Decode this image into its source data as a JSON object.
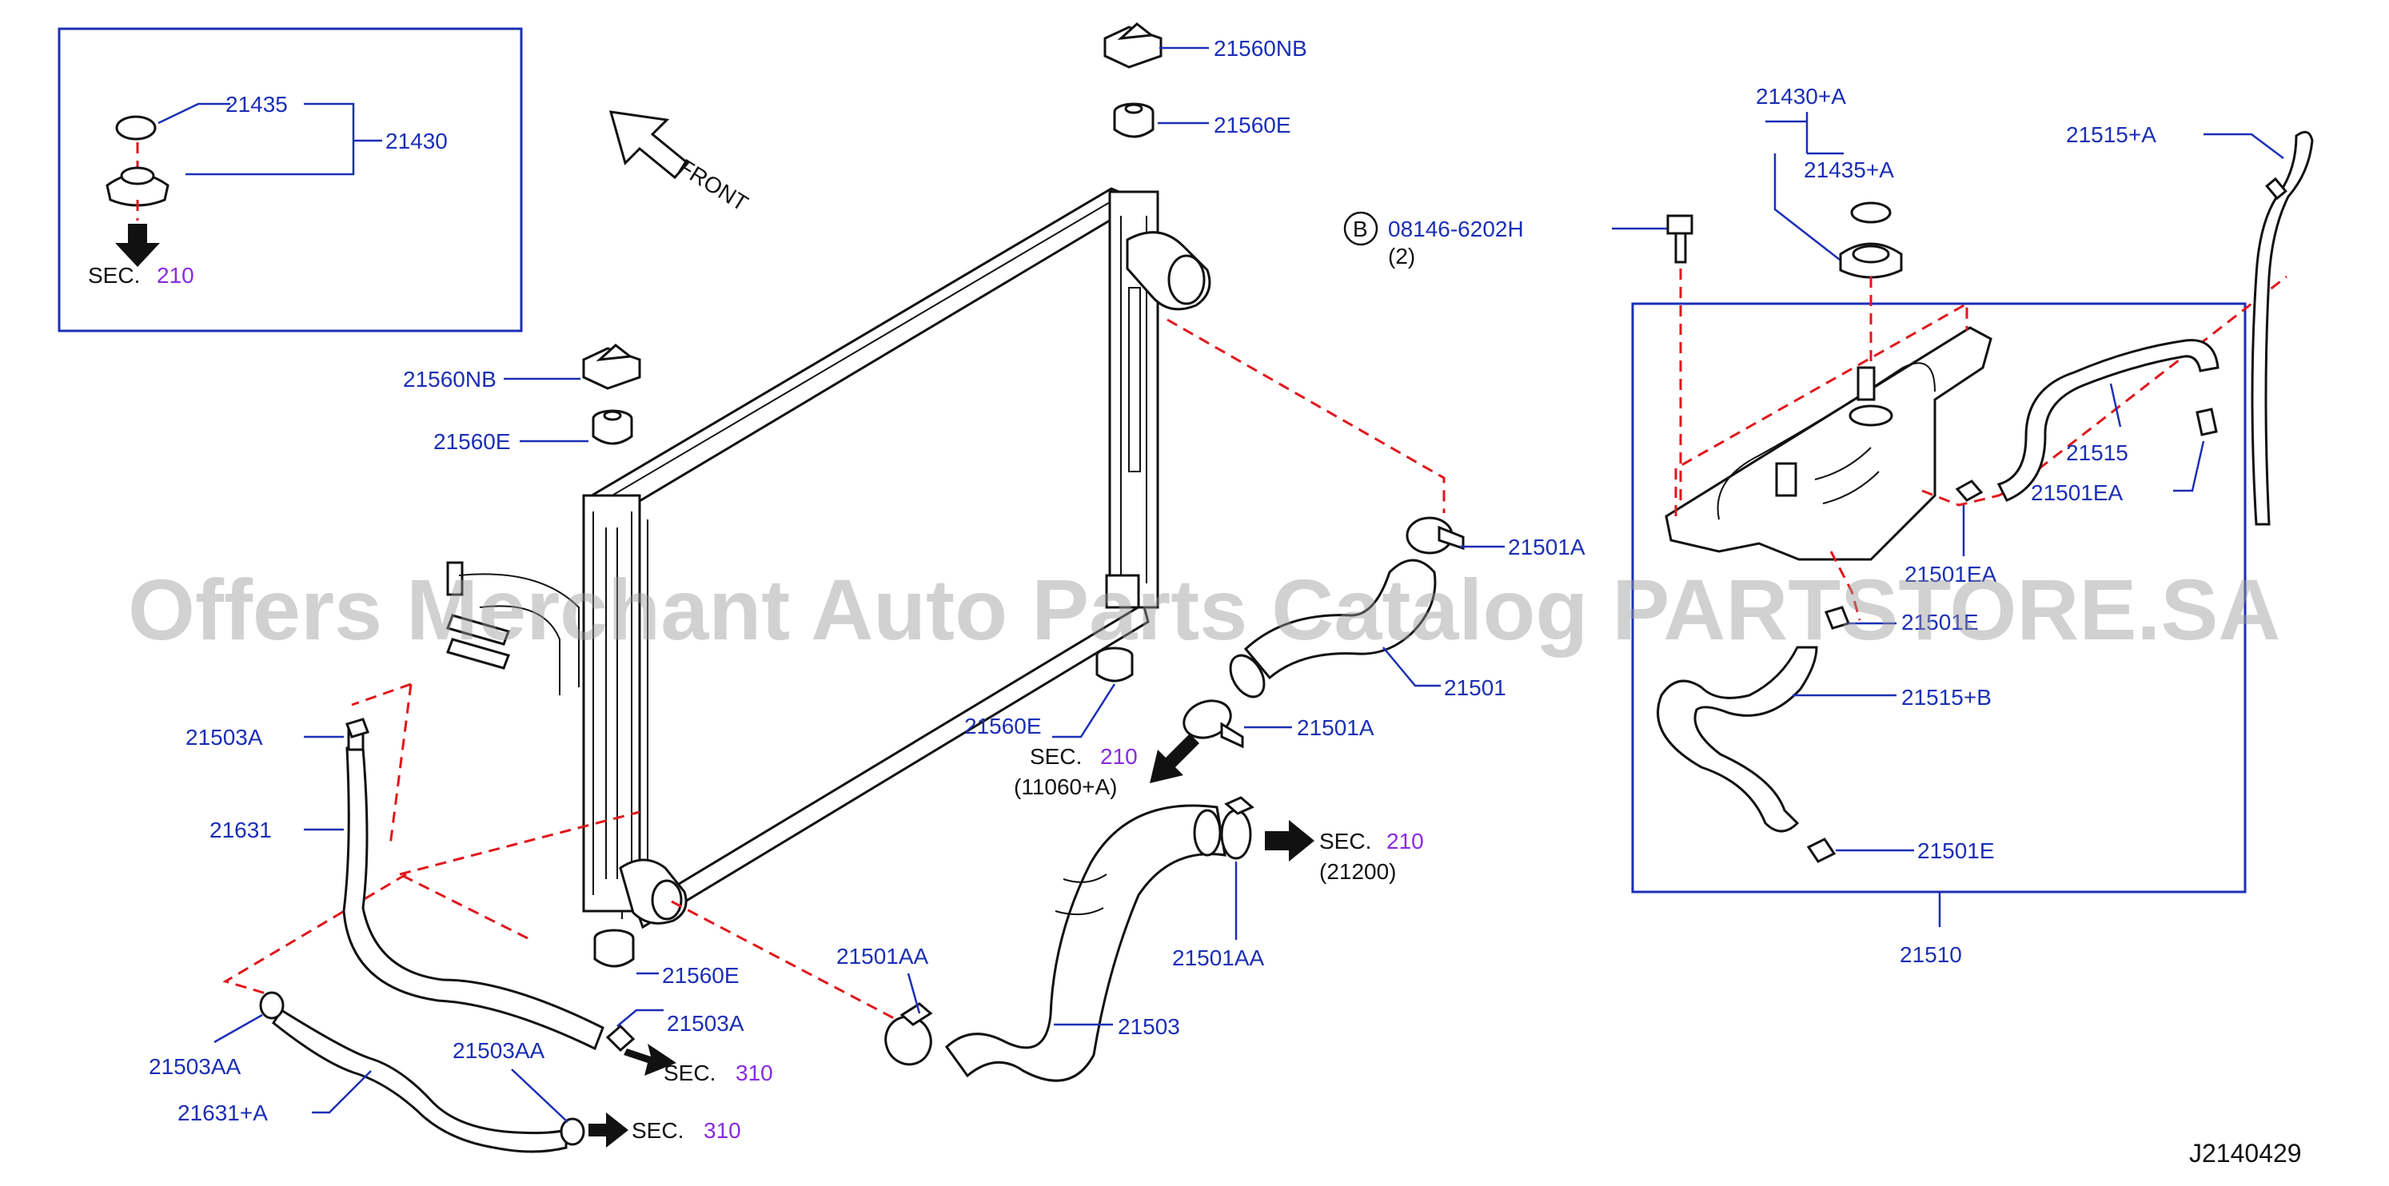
{
  "labels": {
    "cap_inset_gasket": "21435",
    "cap_inset_cap": "21430",
    "cap_inset_sec": "SEC.",
    "cap_inset_sec_no": "210",
    "front": "FRONT",
    "mount_upper_left": "21560NB",
    "bushing_upper_left": "21560E",
    "mount_upper_right": "21560NB",
    "bushing_upper_right": "21560E",
    "bushing_lower_left": "21560E",
    "bushing_lower_right": "21560E",
    "bolt_circle": "B",
    "bolt_part": "08146-6202H",
    "bolt_qty": "(2)",
    "clamp_upper_hose_top": "21501A",
    "upper_hose": "21501",
    "clamp_upper_hose_bottom": "21501A",
    "sec_210_label": "SEC.",
    "sec_210_no": "210",
    "sec_210_ref": "(11060+A)",
    "sec_210b_label": "SEC.",
    "sec_210b_no": "210",
    "sec_210b_ref": "(21200)",
    "lower_clamp_left": "21501AA",
    "lower_clamp_right": "21501AA",
    "lower_hose": "21503",
    "hose_clip_top": "21503A",
    "oil_hose": "21631",
    "hose_clip_bottom": "21503A",
    "hose_clamp_left": "21503AA",
    "oil_hose_b": "21631+A",
    "hose_clamp_bottom": "21503AA",
    "sec_310a_label": "SEC.",
    "sec_310a_no": "310",
    "sec_310b_label": "SEC.",
    "sec_310b_no": "310",
    "res_cap": "21430+A",
    "res_gasket": "21435+A",
    "overflow_hose_top": "21515+A",
    "res_hose": "21515",
    "res_clip_right": "21501EA",
    "res_clip_left": "21501EA",
    "res_clip_mid": "21501E",
    "res_hose_b": "21515+B",
    "res_clip_bottom": "21501E",
    "reservoir": "21510",
    "watermark": "Offers Merchant Auto Parts Catalog PARTSTORE.SA",
    "diagram_code": "J2140429"
  }
}
